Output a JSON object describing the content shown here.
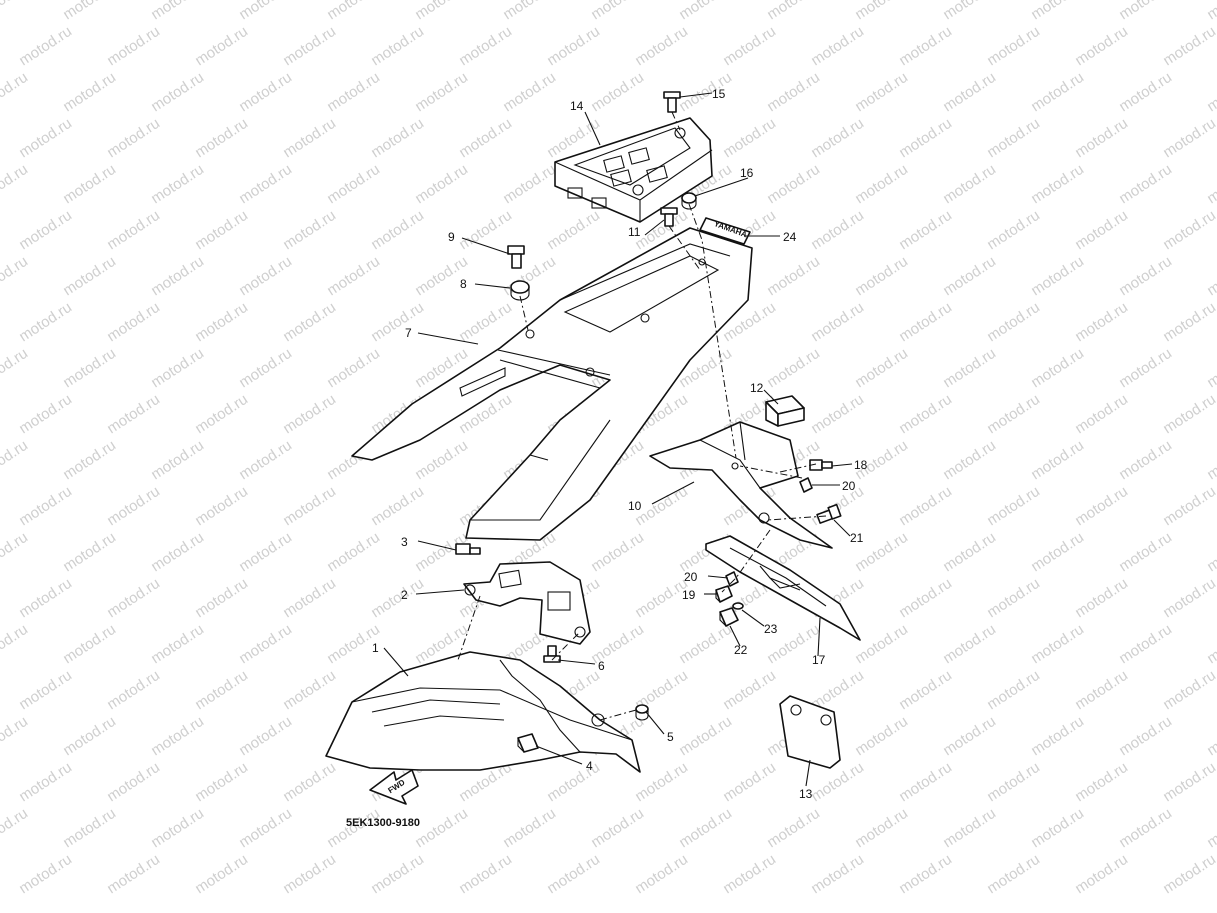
{
  "watermark": "motod.ru",
  "diagram_code": "5EK1300-9180",
  "fwd_label": "FWD",
  "decal_text": "YAMAHA",
  "callouts": [
    "1",
    "2",
    "3",
    "4",
    "5",
    "6",
    "7",
    "8",
    "9",
    "10",
    "11",
    "12",
    "13",
    "14",
    "15",
    "16",
    "17",
    "18",
    "19",
    "20",
    "20",
    "21",
    "22",
    "23",
    "24"
  ]
}
